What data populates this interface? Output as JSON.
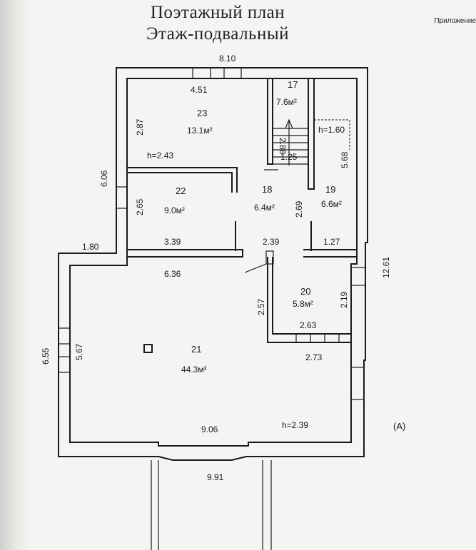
{
  "header": {
    "title_line1": "Поэтажный план",
    "title_line2": "Этаж-подвальный",
    "note": "Приложение"
  },
  "rooms": [
    {
      "id": "23",
      "area": "13.1м²"
    },
    {
      "id": "17",
      "area": "7.6м²"
    },
    {
      "id": "22",
      "area": "9.0м²"
    },
    {
      "id": "18",
      "area": "6.4м²"
    },
    {
      "id": "19",
      "area": "6.6м²"
    },
    {
      "id": "20",
      "area": "5.8м²"
    },
    {
      "id": "21",
      "area": "44.3м²"
    }
  ],
  "dimensions": {
    "top_width": "8.10",
    "room23_width": "4.51",
    "room23_height": "2.87",
    "height_23": "h=2.43",
    "left_upper": "6.06",
    "room22_height": "2.65",
    "room22_width": "3.39",
    "step_1_80": "1.80",
    "stair_2_88": "2.88",
    "stair_1_25": "1.25",
    "height_19": "h=1.60",
    "right_5_68": "5.68",
    "room18_2_69": "2.69",
    "room18_2_39": "2.39",
    "room19_1_27": "1.27",
    "right_total": "12.61",
    "room21_6_36": "6.36",
    "room20_2_57": "2.57",
    "room20_2_19": "2.19",
    "room20_2_63": "2.63",
    "room20_2_73": "2.73",
    "left_6_55": "6.55",
    "left_5_67": "5.67",
    "bottom_9_06": "9.06",
    "height_21": "h=2.39",
    "bottom_9_91": "9.91",
    "section_mark": "(A)"
  }
}
